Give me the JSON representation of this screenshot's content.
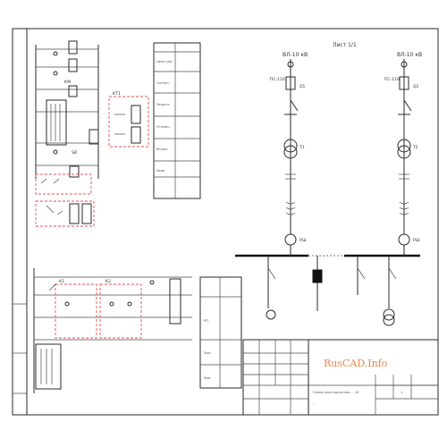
{
  "title_block": {
    "brand": "RusCAD.Info",
    "drawing_title": "Схема электрическая ... 10",
    "drawing_subtitle": "...",
    "sheet": "1"
  },
  "schematic": {
    "top_label": "Лист 1/1",
    "feeder_left": "ВЛ-10 кВ",
    "feeder_right": "ВЛ-10 кВ"
  },
  "colors": {
    "line": "#2a2a2a",
    "accent_dashed": "#e05050",
    "brand": "#e8874a"
  }
}
